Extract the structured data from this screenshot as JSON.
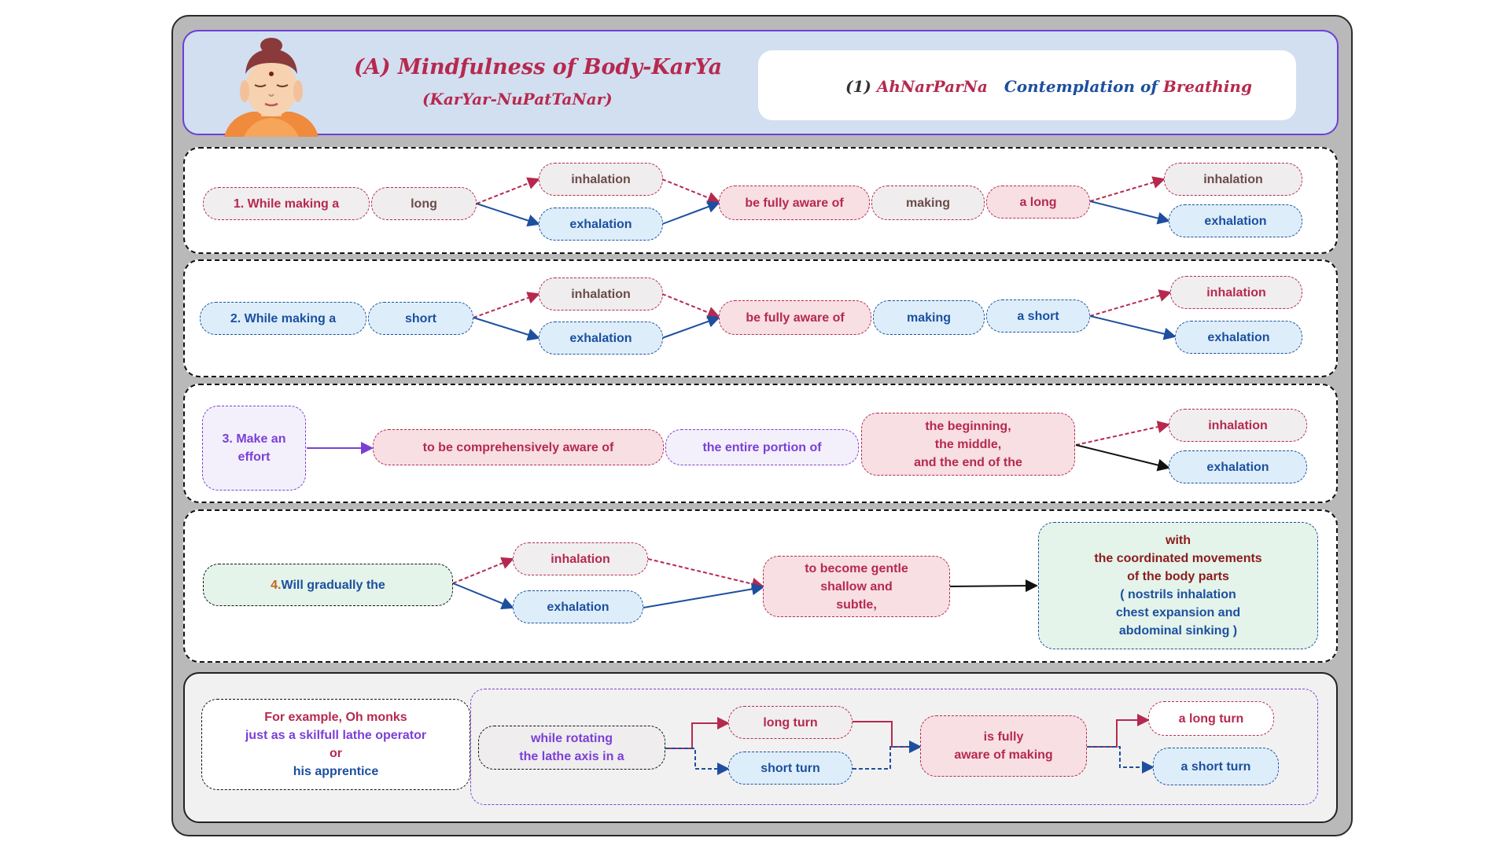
{
  "header": {
    "title_a": "(A) Mindfulness of Body-",
    "title_b": "KarYa",
    "title_sub": "(KarYar-NuPatTaNar)",
    "sub_num": "(1)",
    "sub_pali": "AhNarParNa",
    "sub_en": "Contemplation of",
    "sub_breathing": "Breathing"
  },
  "row1": {
    "start": "1. While  making a",
    "type": "long",
    "in": "inhalation",
    "ex": "exhalation",
    "aware": "be fully aware of",
    "making": "making",
    "type2": "a long",
    "in2": "inhalation",
    "ex2": "exhalation"
  },
  "row2": {
    "start": "2. While  making a",
    "type": "short",
    "in": "inhalation",
    "ex": "exhalation",
    "aware": "be fully aware of",
    "making": "making",
    "type2": "a short",
    "in2": "inhalation",
    "ex2": "exhalation"
  },
  "row3": {
    "start": "3. Make an\neffort",
    "aware": "to be comprehensively aware of",
    "portion": "the entire portion of",
    "stages": "the beginning,\nthe middle,\nand the end of the",
    "in": "inhalation",
    "ex": "exhalation"
  },
  "row4": {
    "start_num": "4.",
    "start": " Will gradually the",
    "in": "inhalation",
    "ex": "exhalation",
    "gentle": "to become gentle\nshallow and\nsubtle,",
    "with_a": "with\nthe coordinated movements\nof the body parts",
    "with_b": "( nostrils inhalation\nchest expansion and\nabdominal sinking )"
  },
  "row5": {
    "example_a": "For example,  Oh monks",
    "example_b": "just as a skilfull lathe  operator",
    "example_c": "or",
    "example_d": "his apprentice",
    "rotating": "while rotating\nthe lathe axis in a",
    "long_turn": "long  turn",
    "short_turn": "short turn",
    "aware": "is fully\naware of making",
    "long_turn2": "a long  turn",
    "short_turn2": "a short turn"
  },
  "colors": {
    "red": "#b6294f",
    "blue": "#1d4f9f",
    "purple": "#7b3fd8",
    "dark_red": "#8b1c1c",
    "header_bg": "#d2dff0"
  },
  "icons": [
    "buddha-face-icon"
  ]
}
